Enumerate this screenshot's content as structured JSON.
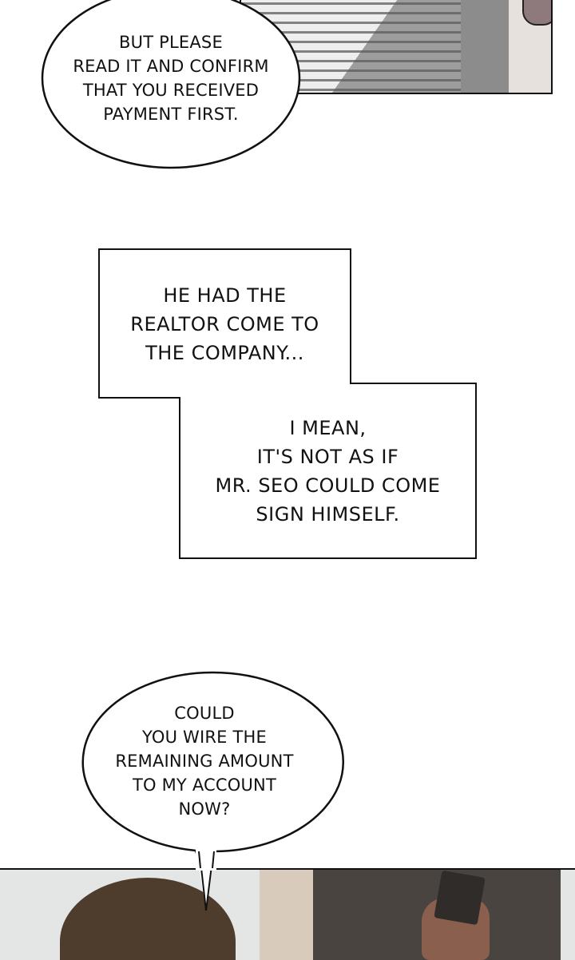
{
  "bubbles": [
    {
      "lines": [
        "BUT PLEASE",
        "READ IT AND CONFIRM",
        "THAT YOU RECEIVED",
        "PAYMENT FIRST."
      ]
    },
    {
      "lines": [
        "COULD",
        "YOU WIRE THE",
        "REMAINING AMOUNT",
        "TO MY ACCOUNT",
        "NOW?"
      ]
    }
  ],
  "captions": [
    {
      "lines": [
        "HE HAD THE",
        "REALTOR COME TO",
        "THE COMPANY..."
      ]
    },
    {
      "lines": [
        "I MEAN,",
        "IT'S NOT AS IF",
        "MR. SEO COULD COME",
        "SIGN HIMSELF."
      ]
    }
  ]
}
